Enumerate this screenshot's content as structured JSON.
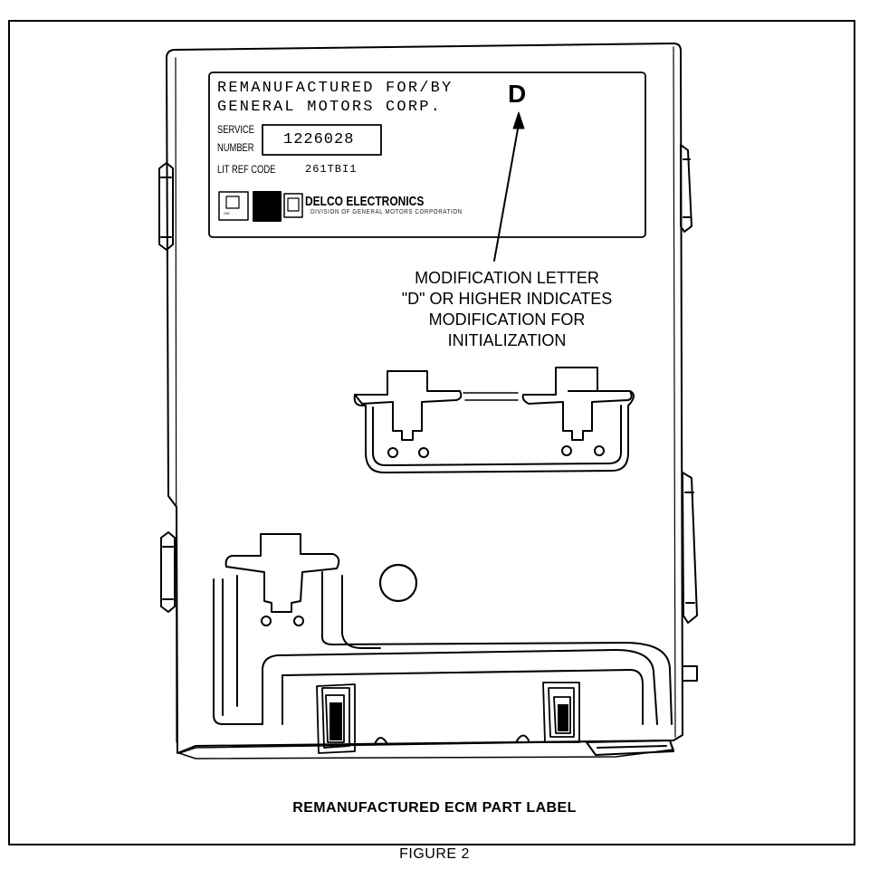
{
  "part_label": {
    "line1": "REMANUFACTURED FOR/BY",
    "line2": "GENERAL MOTORS CORP.",
    "service_word": "SERVICE",
    "number_word": "NUMBER",
    "service_number": "1226028",
    "lit_ref_label": "LIT REF CODE",
    "lit_ref_value": "261TBI1",
    "gm_mark_text": "GM",
    "brand": "DELCO ELECTRONICS",
    "brand_subtitle": "DIVISION OF GENERAL MOTORS CORPORATION",
    "modification_letter": "D"
  },
  "callout": [
    "MODIFICATION LETTER",
    "\"D\" OR HIGHER INDICATES",
    "MODIFICATION FOR",
    "INITIALIZATION"
  ],
  "caption": "REMANUFACTURED ECM PART LABEL",
  "figure_number": "FIGURE 2",
  "colors": {
    "ink": "#000000",
    "paper": "#ffffff"
  }
}
